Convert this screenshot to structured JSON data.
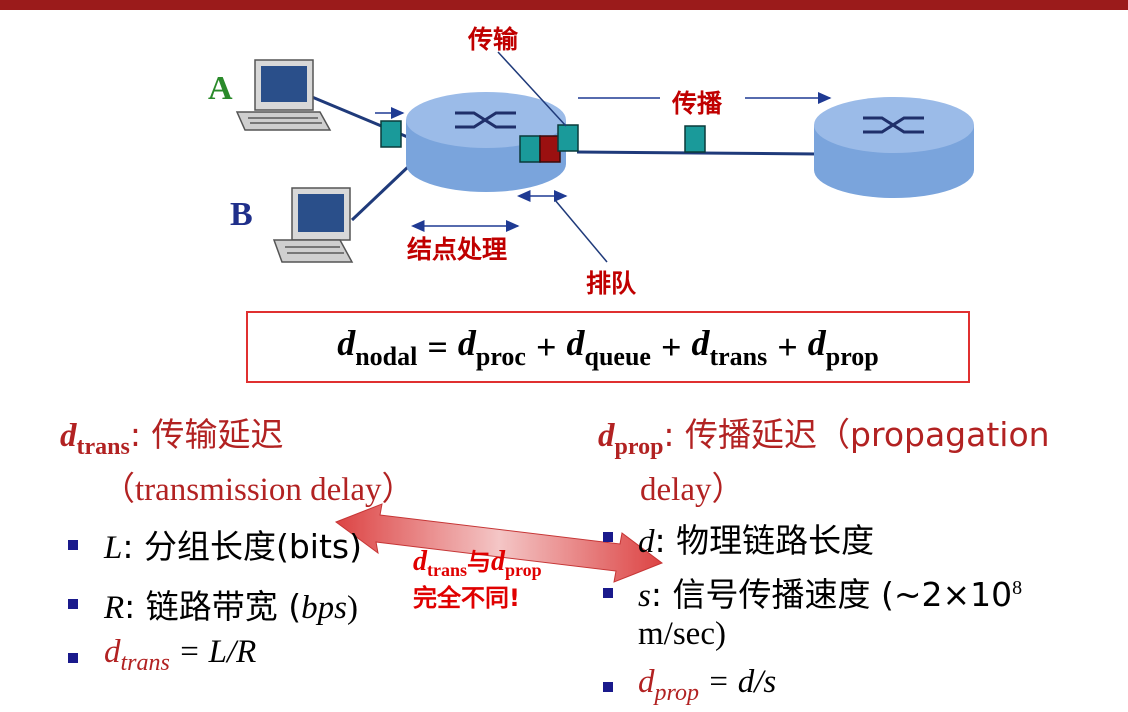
{
  "diagram": {
    "host_a_label": "A",
    "host_b_label": "B",
    "transmission_label": "传输",
    "propagation_label": "传播",
    "processing_label": "结点处理",
    "queueing_label": "排队"
  },
  "formula": {
    "lhs_var": "d",
    "lhs_sub": "nodal",
    "eq": "=",
    "plus": "+",
    "terms": [
      {
        "var": "d",
        "sub": "proc"
      },
      {
        "var": "d",
        "sub": "queue"
      },
      {
        "var": "d",
        "sub": "trans"
      },
      {
        "var": "d",
        "sub": "prop"
      }
    ]
  },
  "left": {
    "heading_var": "d",
    "heading_sub": "trans",
    "heading_text": ": 传输延迟",
    "heading_en": "（transmission delay）",
    "items": [
      {
        "var": "L",
        "text": ": 分组长度(bits)"
      },
      {
        "var": "R",
        "text": ": 链路带宽 (",
        "unit": "bps",
        "tail": ")"
      },
      {
        "var": "d",
        "sub": "trans",
        "rhs": " = L/R"
      }
    ]
  },
  "right": {
    "heading_var": "d",
    "heading_sub": "prop",
    "heading_text": ": 传播延迟（propagation",
    "heading_en": "delay）",
    "items": [
      {
        "var": "d",
        "text": ": 物理链路长度"
      },
      {
        "var": "s",
        "text": ": 信号传播速度 (~2×10",
        "sup": "8",
        "line2": "m/sec)"
      },
      {
        "var": "d",
        "sub": "prop",
        "rhs": " = d/s"
      }
    ]
  },
  "callout": {
    "var1": "d",
    "sub1": "trans",
    "mid": "与",
    "var2": "d",
    "sub2": "prop",
    "line2": "完全不同!"
  }
}
